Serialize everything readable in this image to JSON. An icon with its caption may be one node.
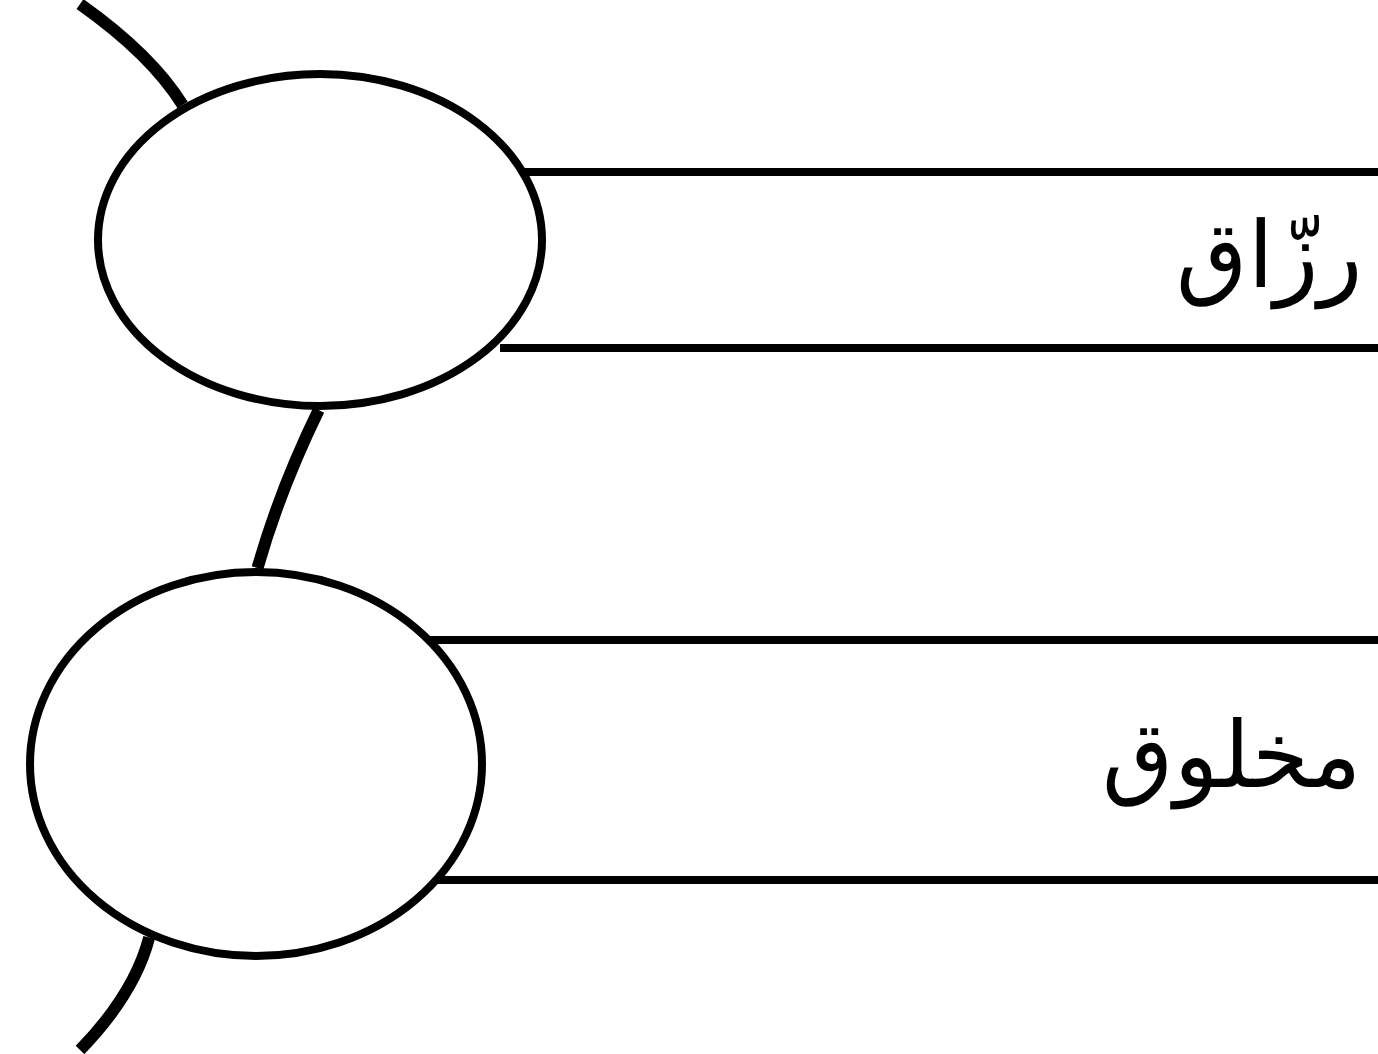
{
  "diagram": {
    "nodes": [
      {
        "text": [],
        "shape": "circle"
      },
      {
        "text": [
          "رزّاق"
        ]
      },
      {
        "text": [],
        "shape": "circle"
      },
      {
        "text": [
          "مخلوق"
        ]
      }
    ],
    "edges": [
      {
        "from": null,
        "to": 0,
        "arrow": "none"
      },
      {
        "from": 0,
        "to": 2,
        "arrow": "none"
      },
      {
        "from": 2,
        "to": null,
        "arrow": "none"
      }
    ]
  }
}
